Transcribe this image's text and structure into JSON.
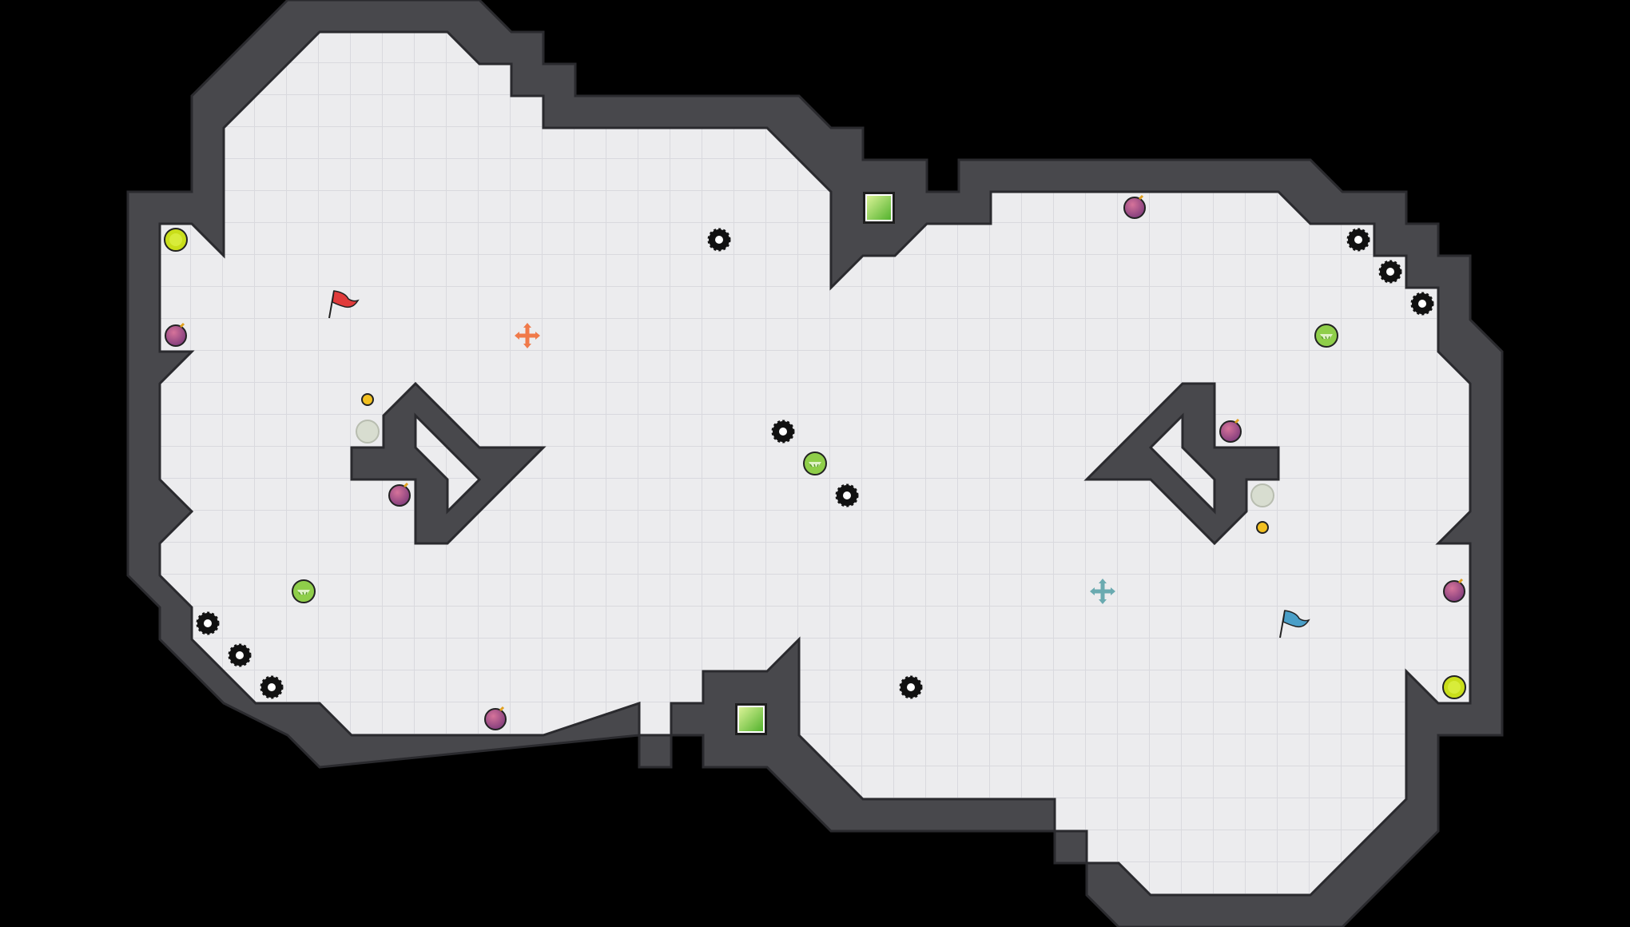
{
  "colors": {
    "background": "#000000",
    "floor": "#ececee",
    "grid_line": "#d9d9de",
    "wall": "#48484c",
    "wall_outline": "#2a2a2e",
    "red_team": "#e03b3b",
    "blue_team": "#4a9fc8",
    "red_spawn": "#f07a4a",
    "blue_spawn": "#6aaab0",
    "spike": "#111111",
    "bomb": "#b44a7a",
    "boost": "#c9de1a",
    "grip": "#8fce4a",
    "gate": "#8fd14a"
  },
  "entities": {
    "flags": [
      {
        "team": "red",
        "icon": "red-flag-icon"
      },
      {
        "team": "blue",
        "icon": "blue-flag-icon"
      }
    ],
    "spawns": [
      {
        "team": "red",
        "icon": "red-spawn-icon"
      },
      {
        "team": "blue",
        "icon": "blue-spawn-icon"
      }
    ],
    "spike_icon": "spike-icon",
    "bomb_icon": "bomb-icon",
    "boost_icon": "boost-icon",
    "grip_icon": "grip-powerup-icon",
    "gate_icon": "gate-button-icon",
    "token_icon": "token-icon",
    "inactive_icon": "inactive-powerup-icon"
  }
}
